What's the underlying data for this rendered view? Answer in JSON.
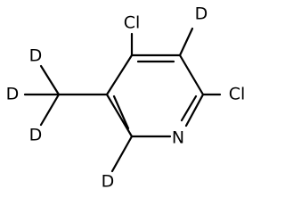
{
  "molecule": {
    "atoms": {
      "cl_top": "Cl",
      "d_top": "D",
      "cl_right": "Cl",
      "n_ring": "N",
      "d_bottom": "D",
      "d_methyl_top": "D",
      "d_methyl_left": "D",
      "d_methyl_bottom": "D"
    }
  },
  "colors": {
    "ink": "#000000",
    "background": "#ffffff"
  }
}
